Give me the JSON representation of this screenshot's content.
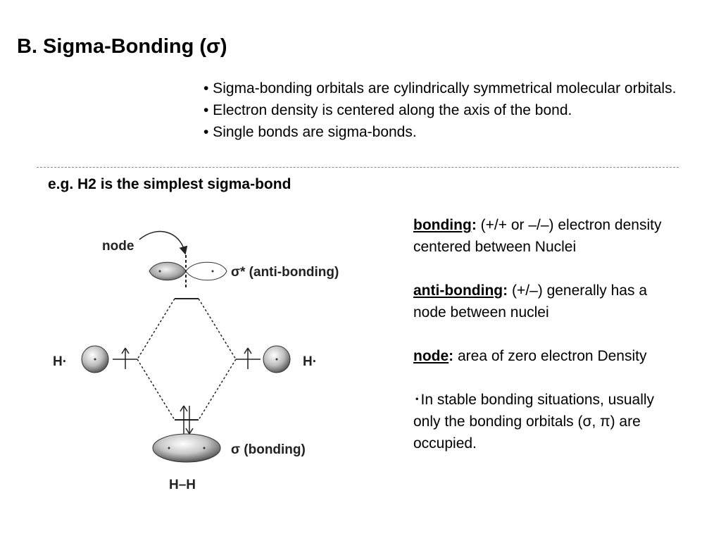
{
  "title": "B. Sigma-Bonding (σ)",
  "bullets": [
    "• Sigma-bonding orbitals are cylindrically symmetrical molecular orbitals.",
    "• Electron density is centered along the axis of the bond.",
    "• Single bonds are sigma-bonds."
  ],
  "example_heading": "e.g. H2 is the simplest sigma-bond",
  "diagram": {
    "node_label": "node",
    "antibonding_label": "σ* (anti-bonding)",
    "bonding_label": "σ (bonding)",
    "left_atom_label": "H·",
    "right_atom_label": "H·",
    "molecule_label": "H–H"
  },
  "definitions": {
    "bonding": {
      "term": "bonding",
      "colon": ":",
      "text": " (+/+ or –/–) electron density centered between Nuclei"
    },
    "antibonding": {
      "term": "anti-bonding",
      "colon": ":",
      "text": " (+/–) generally has a node between nuclei"
    },
    "node": {
      "term": "node",
      "colon": ":",
      "text": " area of zero electron Density"
    },
    "note": "･In stable bonding situations, usually only the bonding orbitals (σ, π) are occupied."
  }
}
